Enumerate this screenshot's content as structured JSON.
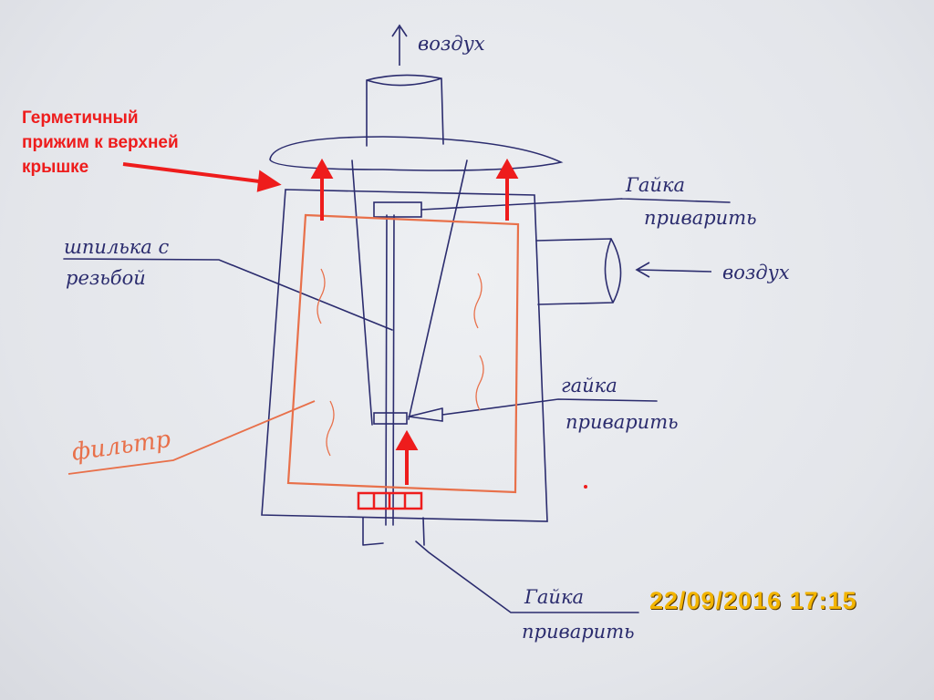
{
  "labels": {
    "air_out": "воздух",
    "air_in": "воздух",
    "seal_note": [
      "Герметичный",
      "прижим к верхней",
      "крышке"
    ],
    "stud": [
      "шпилька с",
      "резьбой"
    ],
    "nut_top": [
      "Гайка",
      "приварить"
    ],
    "nut_middle": [
      "гайка",
      "приварить"
    ],
    "nut_bottom": [
      "Гайка",
      "приварить"
    ],
    "filter": "фильтр"
  },
  "timestamp": "22/09/2016  17:15",
  "colors": {
    "ink": "#2b2c6e",
    "filter": "#e8704a",
    "annotation": "#ee1c1c",
    "stamp": "#f2b400"
  }
}
